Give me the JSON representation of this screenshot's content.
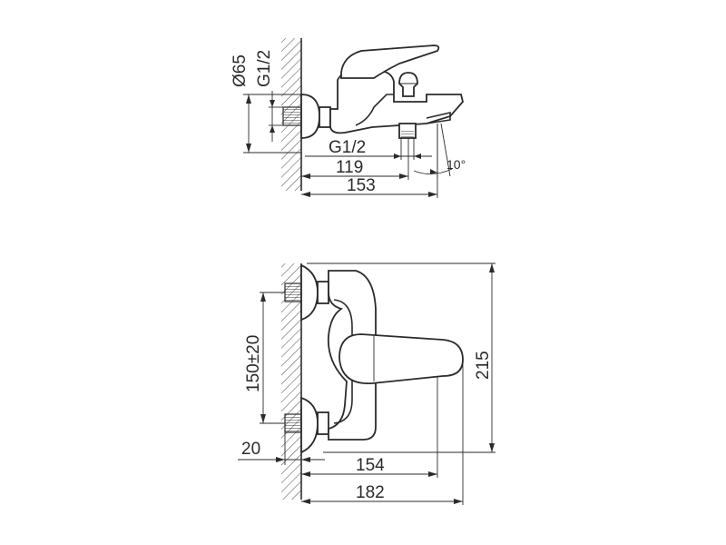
{
  "side_view": {
    "dia_label": "Ø65",
    "thread_label_vertical": "G1/2",
    "thread_label_bottom": "G1/2",
    "dim_119": "119",
    "dim_153": "153",
    "angle_label": "10°"
  },
  "front_view": {
    "dim_height": "215",
    "dim_centers": "150±20",
    "dim_wall": "20",
    "dim_154": "154",
    "dim_182": "182"
  }
}
